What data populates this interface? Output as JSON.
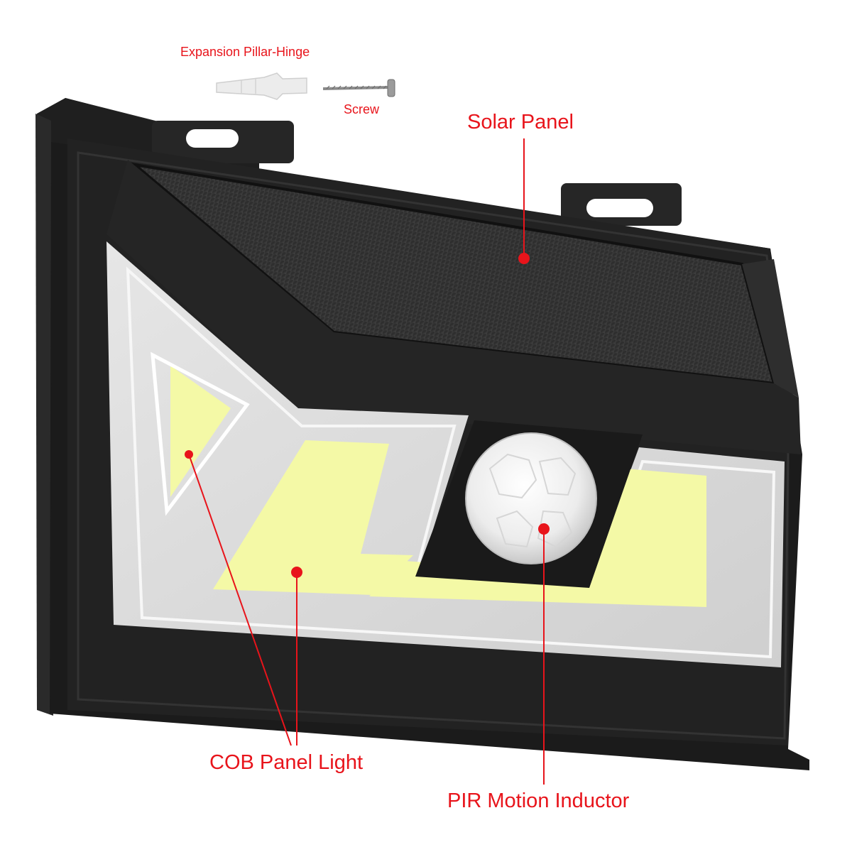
{
  "labels": {
    "expansion_pillar": "Expansion Pillar-Hinge",
    "screw": "Screw",
    "solar_panel": "Solar Panel",
    "cob_panel_light": "COB Panel Light",
    "pir_motion_inductor": "PIR Motion Inductor"
  },
  "colors": {
    "label_red": "#e8141b",
    "housing_black": "#1c1c1c",
    "cob_yellow": "#f4f9a6",
    "reflector_silver": "#d9d9d9"
  },
  "icons": [
    "expansion-plug-icon",
    "screw-icon"
  ]
}
